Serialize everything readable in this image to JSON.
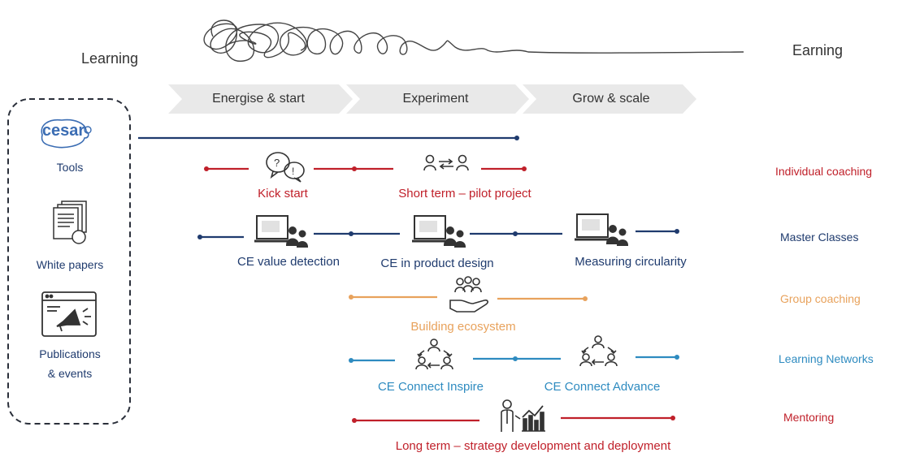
{
  "header": {
    "left_label": "Learning",
    "right_label": "Earning"
  },
  "phases": [
    "Energise & start",
    "Experiment",
    "Grow & scale"
  ],
  "tools_panel": {
    "logo_text": "cesar",
    "items": [
      {
        "label": "Tools",
        "icon": "cesar-logo-icon"
      },
      {
        "label": "White papers",
        "icon": "document-stack-icon"
      },
      {
        "label_lines": [
          "Publications",
          "& events"
        ],
        "icon": "megaphone-icon"
      }
    ]
  },
  "rows": [
    {
      "category": "Individual coaching",
      "color": "#c0202a",
      "steps": [
        {
          "label": "Kick start",
          "icon": "question-speech-icon"
        },
        {
          "label": "Short term – pilot project",
          "icon": "people-exchange-icon"
        }
      ]
    },
    {
      "category": "Master Classes",
      "color": "#1f3b6e",
      "steps": [
        {
          "label": "CE value detection",
          "icon": "classroom-icon"
        },
        {
          "label": "CE in product design",
          "icon": "classroom-icon"
        },
        {
          "label": "Measuring circularity",
          "icon": "classroom-icon"
        }
      ]
    },
    {
      "category": "Group coaching",
      "color": "#e8a25c",
      "steps": [
        {
          "label": "Building ecosystem",
          "icon": "hand-group-icon"
        }
      ]
    },
    {
      "category": "Learning Networks",
      "color": "#2e8bc0",
      "steps": [
        {
          "label": "CE Connect Inspire",
          "icon": "network-cycle-icon"
        },
        {
          "label": "CE Connect Advance",
          "icon": "network-cycle-icon"
        }
      ]
    },
    {
      "category": "Mentoring",
      "color": "#c0202a",
      "steps": [
        {
          "label": "Long term – strategy development and deployment",
          "icon": "mentor-chart-icon"
        }
      ]
    }
  ]
}
